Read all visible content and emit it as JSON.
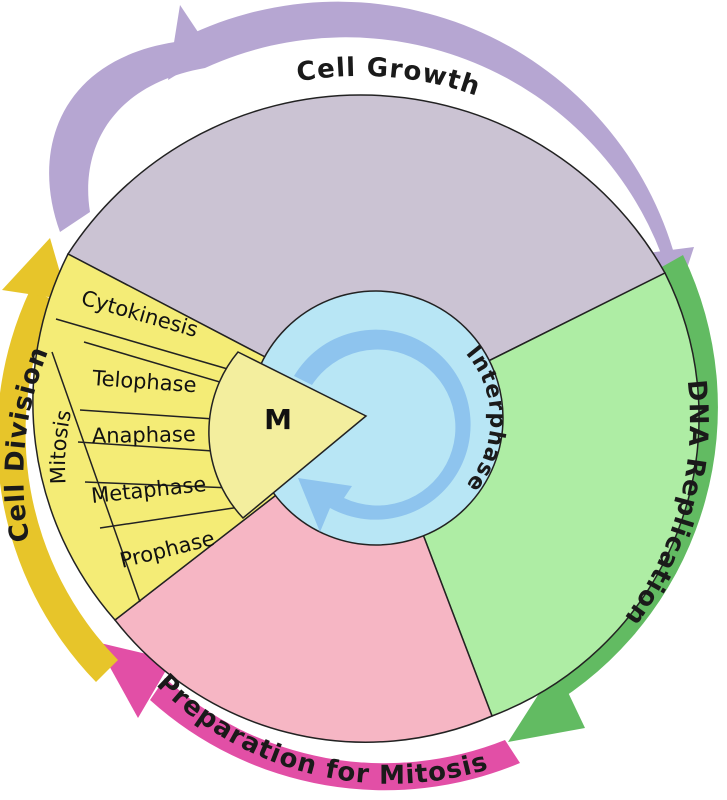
{
  "ring_labels": {
    "cell_growth": "Cell Growth",
    "dna_replication": "DNA Replication",
    "preparation": "Preparation for Mitosis",
    "cell_division": "Cell Division"
  },
  "phases": {
    "cytokinesis": "Cytokinesis",
    "mitosis": "Mitosis",
    "telophase": "Telophase",
    "anaphase": "Anaphase",
    "metaphase": "Metaphase",
    "prophase": "Prophase",
    "m": "M"
  },
  "center": {
    "label": "Interphase"
  },
  "colors": {
    "growth": "#cbc3d3",
    "growth_arrow": "#b6a6d2",
    "replication": "#aeeda4",
    "replication_arrow": "#62bb62",
    "preparation": "#f6b6c4",
    "preparation_arrow": "#e24fa6",
    "division": "#f4ec76",
    "division_arrow": "#e7c52a",
    "m_wedge": "#f3ee9e",
    "center_disc": "#b8e6f5",
    "center_arrow": "#8ec4ee"
  }
}
